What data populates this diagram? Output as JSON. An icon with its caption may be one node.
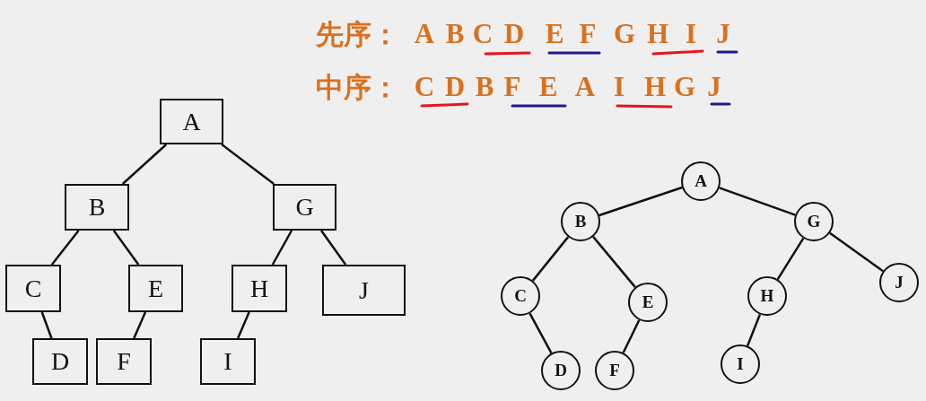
{
  "diagram": {
    "nodes": [
      {
        "text": [
          "A"
        ]
      },
      {
        "text": [
          "B"
        ]
      },
      {
        "text": [
          "C"
        ]
      },
      {
        "text": [
          "D"
        ]
      },
      {
        "text": [
          "E"
        ]
      },
      {
        "text": [
          "F"
        ]
      },
      {
        "text": [
          "G"
        ]
      },
      {
        "text": [
          "H"
        ]
      },
      {
        "text": [
          "I"
        ]
      },
      {
        "text": [
          "J"
        ]
      },
      {
        "text": [
          "A"
        ]
      },
      {
        "text": [
          "B"
        ]
      },
      {
        "text": [
          "C"
        ]
      },
      {
        "text": [
          "D"
        ]
      },
      {
        "text": [
          "E"
        ]
      },
      {
        "text": [
          "F"
        ]
      },
      {
        "text": [
          "G"
        ]
      },
      {
        "text": [
          "H"
        ]
      },
      {
        "text": [
          "I"
        ]
      },
      {
        "text": [
          "J"
        ]
      }
    ],
    "edges": [
      {
        "from": 0,
        "to": 1,
        "arrow": "none"
      },
      {
        "from": 0,
        "to": 6,
        "arrow": "none"
      },
      {
        "from": 1,
        "to": 2,
        "arrow": "none"
      },
      {
        "from": 1,
        "to": 4,
        "arrow": "none"
      },
      {
        "from": 2,
        "to": 3,
        "arrow": "none"
      },
      {
        "from": 4,
        "to": 5,
        "arrow": "none"
      },
      {
        "from": 6,
        "to": 7,
        "arrow": "none"
      },
      {
        "from": 6,
        "to": 9,
        "arrow": "none"
      },
      {
        "from": 7,
        "to": 8,
        "arrow": "none"
      },
      {
        "from": 10,
        "to": 11,
        "arrow": "none"
      },
      {
        "from": 10,
        "to": 16,
        "arrow": "none"
      },
      {
        "from": 11,
        "to": 12,
        "arrow": "none"
      },
      {
        "from": 11,
        "to": 14,
        "arrow": "none"
      },
      {
        "from": 12,
        "to": 13,
        "arrow": "none"
      },
      {
        "from": 14,
        "to": 15,
        "arrow": "none"
      },
      {
        "from": 16,
        "to": 17,
        "arrow": "none"
      },
      {
        "from": 16,
        "to": 19,
        "arrow": "none"
      },
      {
        "from": 17,
        "to": 18,
        "arrow": "none"
      }
    ],
    "labels": [
      "先序：",
      "A",
      "B",
      "C",
      "D",
      "E",
      "F",
      "G",
      "H",
      "I",
      "J",
      "中序：",
      "C",
      "D",
      "B",
      "F",
      "E",
      "A",
      "I",
      "H",
      "G",
      "J"
    ]
  }
}
